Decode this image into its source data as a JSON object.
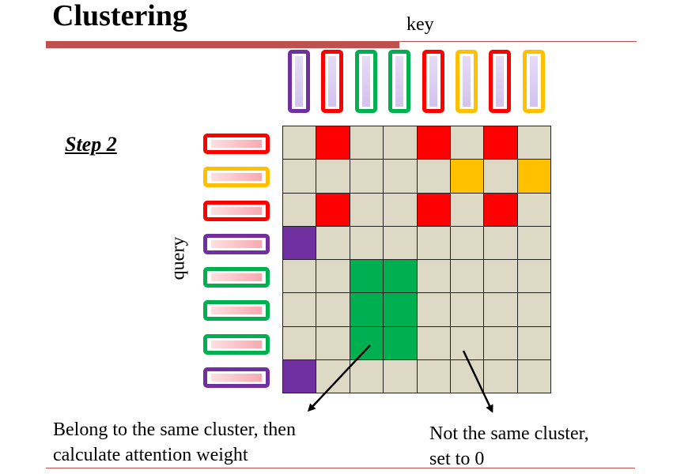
{
  "title": "Clustering",
  "step_label": "Step 2",
  "key_label": "key",
  "query_label": "query",
  "colors": {
    "red": "#ff0000",
    "yellow": "#ffc000",
    "green": "#00b050",
    "purple": "#7030a0",
    "empty": "#ddd9c4",
    "accent": "#c0504d"
  },
  "keys": [
    "purple",
    "red",
    "green",
    "green",
    "red",
    "yellow",
    "red",
    "yellow"
  ],
  "queries": [
    "red",
    "yellow",
    "red",
    "purple",
    "green",
    "green",
    "green",
    "purple"
  ],
  "matrix_rule": "cell is colored with the shared cluster color when query cluster equals key cluster, otherwise empty",
  "annotations": {
    "same_cluster": "Belong to the same cluster, then calculate attention weight",
    "same_cluster_line1": "Belong to the same cluster, then",
    "same_cluster_line2": "calculate attention weight",
    "not_same": "Not the same cluster, set to 0",
    "not_same_line1": "Not the same cluster,",
    "not_same_line2": "set to 0"
  }
}
